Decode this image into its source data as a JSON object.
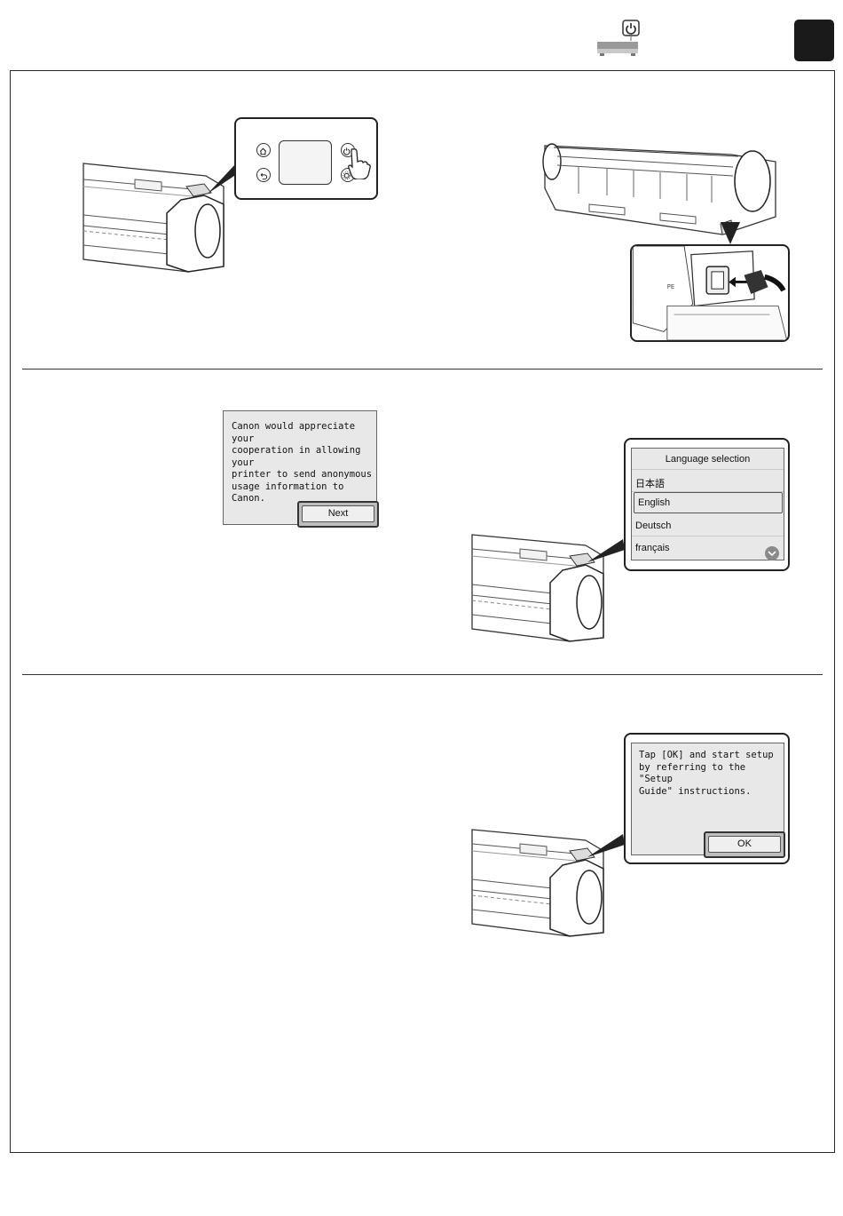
{
  "usage_screen": {
    "message": "Canon would appreciate your\ncooperation in allowing your\nprinter to send anonymous\nusage information to Canon.",
    "next_label": "Next"
  },
  "language_screen": {
    "title": "Language selection",
    "options": [
      "日本語",
      "English",
      "Deutsch",
      "français"
    ],
    "selected": "English"
  },
  "setup_screen": {
    "message": "Tap [OK] and start setup\nby referring to the \"Setup\nGuide\" instructions.",
    "ok_label": "OK"
  },
  "icons": {
    "header": "printer-power-icon",
    "panel_buttons": [
      "home-icon",
      "power-icon",
      "back-icon",
      "settings-icon"
    ],
    "pointer": "hand-pointer-icon",
    "scroll": "chevron-down-icon"
  },
  "colors": {
    "tab": "#1a1a1a",
    "screen_bg": "#e8e8e8",
    "highlight": "#bdbdbd"
  }
}
